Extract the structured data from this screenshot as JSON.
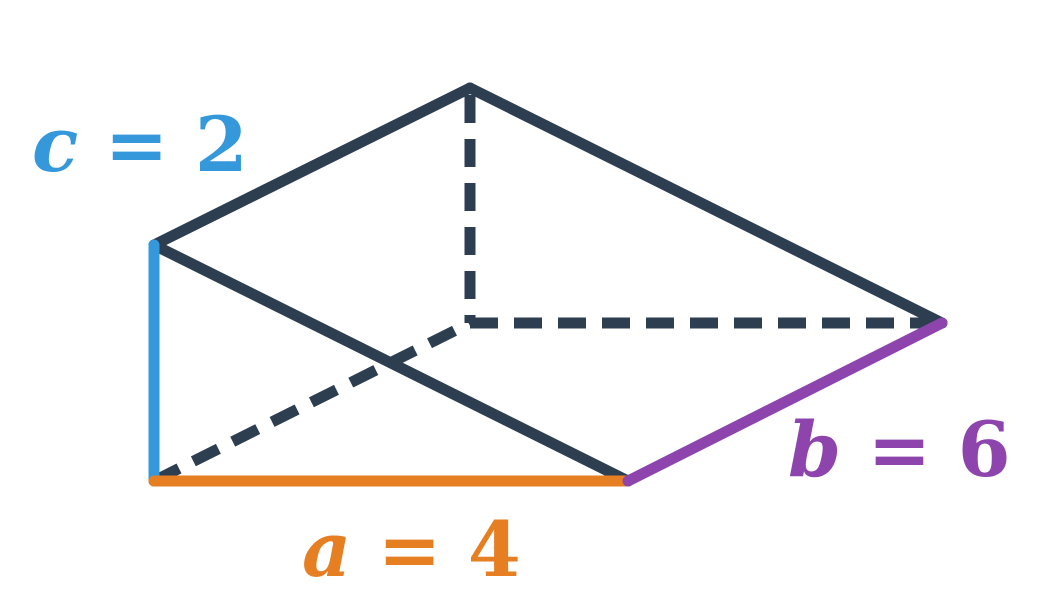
{
  "colors": {
    "edge": "#2c3e50",
    "c": "#3498db",
    "a": "#e67e22",
    "b": "#8e44ad",
    "background": "#ffffff"
  },
  "labels": {
    "c": {
      "var": "c",
      "eq": " = ",
      "val": "2"
    },
    "a": {
      "var": "a",
      "eq": " = ",
      "val": "4"
    },
    "b": {
      "var": "b",
      "eq": " = ",
      "val": "6"
    }
  }
}
